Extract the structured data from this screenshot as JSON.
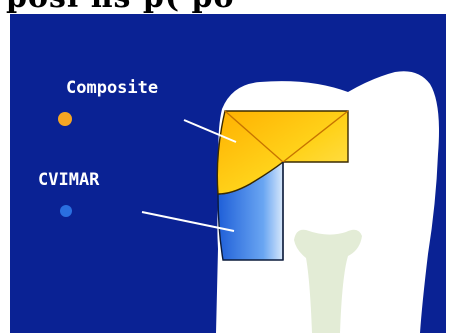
{
  "header": {
    "text": "posi    ns p( po"
  },
  "legend": {
    "composite": {
      "label": "Composite",
      "color": "#f5a623"
    },
    "cvimar": {
      "label": "CVIMAR",
      "color": "#2a6fe0"
    }
  },
  "colors": {
    "background": "#0a2294",
    "tooth": "#ffffff",
    "composite": "#ffd21a",
    "cvimar": "#3b7fe8",
    "pulp": "#e6efd8"
  }
}
